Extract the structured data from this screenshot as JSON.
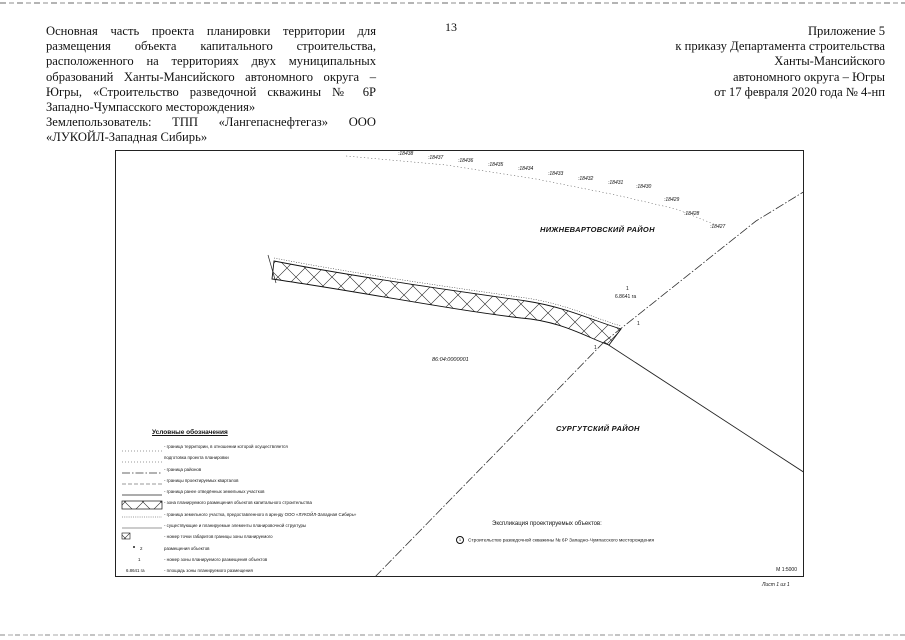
{
  "page": {
    "number": "13",
    "sheet_label": "Лист 1 из 1"
  },
  "header_left": {
    "line1": "Основная часть проекта планировки территории для размещения объекта капитального строительства, расположенного на территориях двух муниципальных образований Ханты-Мансийского автономного округа – Югры, «Строительство разведочной скважины № 6Р Западно-Чумпасского месторождения»",
    "line2": "Землепользователь: ТПП «Лангепаснефтегаз» ООО «ЛУКОЙЛ-Западная Сибирь»"
  },
  "header_right": {
    "line1": "Приложение 5",
    "line2": "к приказу Департамента строительства",
    "line3": "Ханты-Мансийского",
    "line4": "автономного округа – Югры",
    "line5": "от 17 февраля 2020 года № 4-нп"
  },
  "map": {
    "region_north": "НИЖНЕВАРТОВСКИЙ РАЙОН",
    "region_south": "СУРГУТСКИЙ РАЙОН",
    "cadastral_number": "86:04:0000001",
    "zone_number": "1",
    "zone_area": "6.8641 га",
    "scale": "М 1:5000",
    "boundary_points": [
      ":18438",
      ":18437",
      ":18436",
      ":18435",
      ":18434",
      ":18433",
      ":18432",
      ":18431",
      ":18430",
      ":18429",
      ":18428",
      ":18427"
    ],
    "line_markers": [
      "1",
      "1"
    ]
  },
  "legend": {
    "title": "Условные обозначения",
    "items": [
      "- граница территории, в отношении которой осуществляется",
      "подготовка проекта планировки",
      "- граница районов",
      "- границы проектируемых кварталов",
      "- граница ранее отведённых земельных участков",
      "- зона планируемого размещения объектов капитального строительства",
      "- граница земельного участка, предоставленного в аренду ООО «ЛУКОЙЛ-Западная Сибирь»",
      "- существующие и планируемые элементы планировочной структуры",
      "- номер точки габаритов границы зоны планируемого",
      "размещения объектов",
      "- номер зоны планируемого размещения объектов",
      "- площадь зоны планируемого размещения"
    ],
    "sample_point": "2",
    "sample_zone_number": "1",
    "sample_zone_area": "6.8641 га"
  },
  "explication": {
    "title": "Экспликация проектируемых объектов:",
    "item_number": "1",
    "item_text": "Строительство разведочной скважины № 6Р Западно-Чумпасского месторождения"
  }
}
